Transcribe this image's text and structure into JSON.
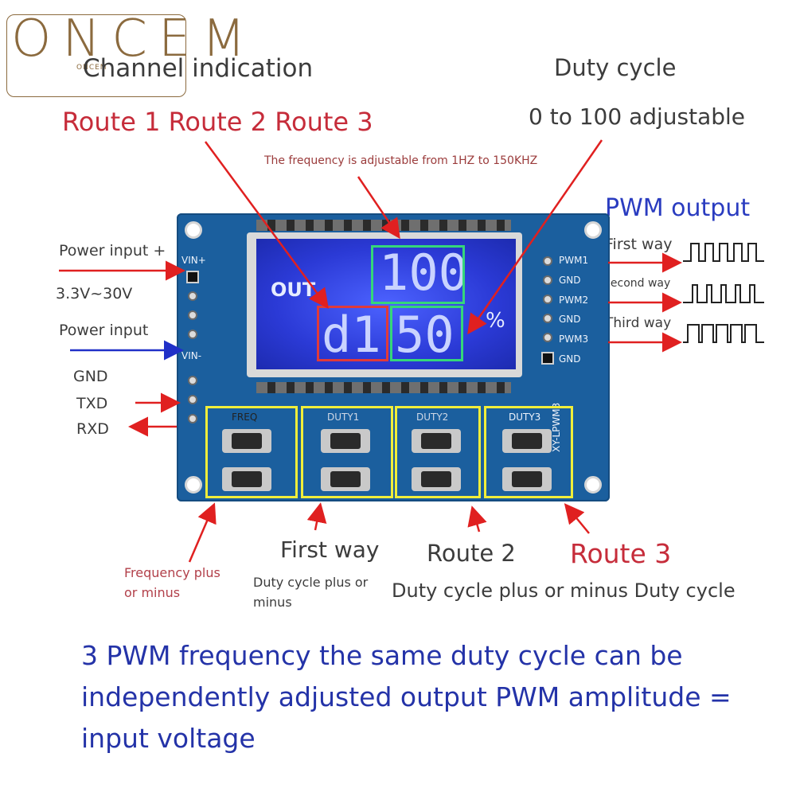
{
  "logo": {
    "text": "ONCEM",
    "sub": "ONCEM"
  },
  "labels": {
    "channel_indication": "Channel indication",
    "routes": "Route 1 Route 2 Route 3",
    "duty_cycle": "Duty cycle",
    "duty_range": "0 to 100 adjustable",
    "freq_note": "The frequency is adjustable from 1HZ to 150KHZ",
    "pwm_output": "PWM output",
    "power_plus": "Power input +",
    "voltage": "3.3V~30V",
    "power_minus": "Power input",
    "gnd": "GND",
    "txd": "TXD",
    "rxd": "RXD",
    "first_way": "First way",
    "second_way": "Second way",
    "third_way": "Third way",
    "freq_plus_minus_1": "Frequency plus",
    "freq_plus_minus_2": "or minus",
    "first_way_bottom": "First way",
    "duty_plus_minus_1": "Duty cycle plus or",
    "duty_plus_minus_2": "minus",
    "route2": "Route 2",
    "route3": "Route 3",
    "duty_both": "Duty cycle plus or minus Duty cycle"
  },
  "board": {
    "pins_left": [
      "VIN+",
      "VIN-"
    ],
    "pins_right": [
      "PWM1",
      "GND",
      "PWM2",
      "GND",
      "PWM3",
      "GND"
    ],
    "buttons": [
      "FREQ",
      "DUTY1",
      "DUTY2",
      "DUTY3"
    ],
    "model": "XY-LPWM3",
    "lcd": {
      "out": "OUT",
      "top": "100",
      "left": "d1",
      "bottom": "50",
      "unit": "%"
    }
  },
  "footer": {
    "line1": "3 PWM frequency the same duty cycle can be",
    "line2": "independently adjusted output PWM amplitude =",
    "line3": "input voltage"
  },
  "colors": {
    "red": "#c62c3a",
    "blue": "#2433a8",
    "board": "#1b5f9e",
    "lcd": "#2a3bd8",
    "yellow": "#f1ee3a",
    "green": "#35d67a"
  }
}
